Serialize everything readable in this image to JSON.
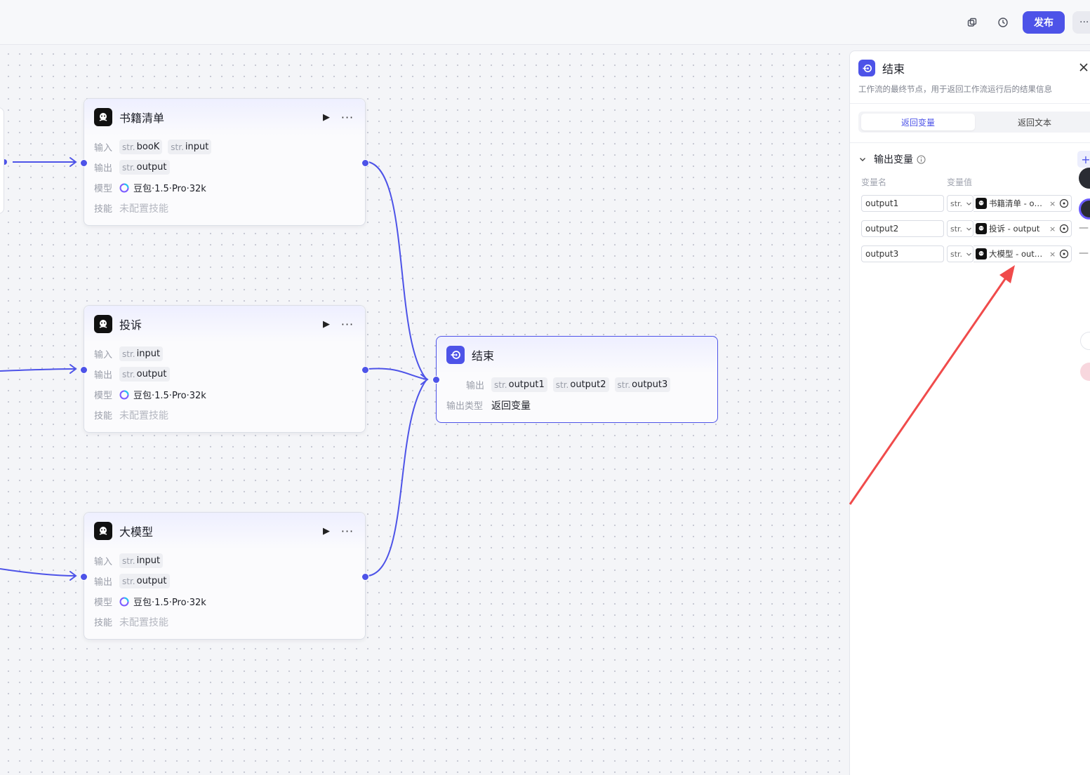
{
  "topbar": {
    "publish_label": "发布",
    "more_label": "···",
    "icons": [
      "copy-icon",
      "history-icon"
    ]
  },
  "nodes": [
    {
      "title": "书籍清单",
      "input_label": "输入",
      "inputs": [
        {
          "type": "str.",
          "name": "booK"
        },
        {
          "type": "str.",
          "name": "input"
        }
      ],
      "output_label": "输出",
      "outputs": [
        {
          "type": "str.",
          "name": "output"
        }
      ],
      "model_label": "模型",
      "model": "豆包·1.5·Pro·32k",
      "skill_label": "技能",
      "skill": "未配置技能"
    },
    {
      "title": "投诉",
      "input_label": "输入",
      "inputs": [
        {
          "type": "str.",
          "name": "input"
        }
      ],
      "output_label": "输出",
      "outputs": [
        {
          "type": "str.",
          "name": "output"
        }
      ],
      "model_label": "模型",
      "model": "豆包·1.5·Pro·32k",
      "skill_label": "技能",
      "skill": "未配置技能"
    },
    {
      "title": "大模型",
      "input_label": "输入",
      "inputs": [
        {
          "type": "str.",
          "name": "input"
        }
      ],
      "output_label": "输出",
      "outputs": [
        {
          "type": "str.",
          "name": "output"
        }
      ],
      "model_label": "模型",
      "model": "豆包·1.5·Pro·32k",
      "skill_label": "技能",
      "skill": "未配置技能"
    }
  ],
  "end_node": {
    "title": "结束",
    "output_label": "输出",
    "outputs": [
      {
        "type": "str.",
        "name": "output1"
      },
      {
        "type": "str.",
        "name": "output2"
      },
      {
        "type": "str.",
        "name": "output3"
      }
    ],
    "output_type_label": "输出类型",
    "output_type": "返回变量"
  },
  "panel": {
    "title": "结束",
    "description": "工作流的最终节点，用于返回工作流运行后的结果信息",
    "tabs": [
      {
        "label": "返回变量",
        "active": true
      },
      {
        "label": "返回文本",
        "active": false
      }
    ],
    "section_title": "输出变量",
    "col_name": "变量名",
    "col_value": "变量值",
    "add_label": "+",
    "variables": [
      {
        "name": "output1",
        "type": "str.",
        "value": "书籍清单 - output",
        "clear": "×"
      },
      {
        "name": "output2",
        "type": "str.",
        "value": "投诉 - output",
        "clear": "×"
      },
      {
        "name": "output3",
        "type": "str.",
        "value": "大模型 - output",
        "clear": "×"
      }
    ],
    "remove_label": "—"
  },
  "colors": {
    "accent": "#4d53e8",
    "annotation_arrow": "#f04b4b"
  }
}
